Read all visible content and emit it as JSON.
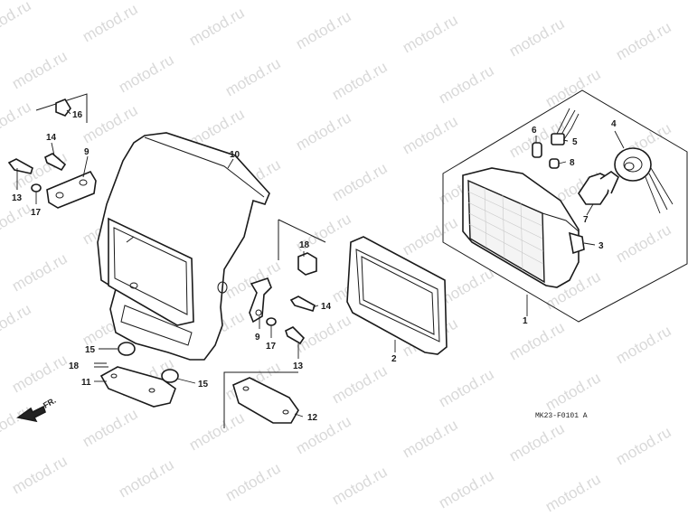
{
  "watermark": {
    "text": "motod.ru"
  },
  "diagram_code": "MK23-F0101 A",
  "front_label": "FR.",
  "callouts": [
    {
      "id": "c1",
      "label": "1"
    },
    {
      "id": "c2",
      "label": "2"
    },
    {
      "id": "c3",
      "label": "3"
    },
    {
      "id": "c4",
      "label": "4"
    },
    {
      "id": "c5",
      "label": "5"
    },
    {
      "id": "c6",
      "label": "6"
    },
    {
      "id": "c7",
      "label": "7"
    },
    {
      "id": "c8",
      "label": "8"
    },
    {
      "id": "c9a",
      "label": "9"
    },
    {
      "id": "c9b",
      "label": "9"
    },
    {
      "id": "c10",
      "label": "10"
    },
    {
      "id": "c11",
      "label": "11"
    },
    {
      "id": "c12",
      "label": "12"
    },
    {
      "id": "c13a",
      "label": "13"
    },
    {
      "id": "c13b",
      "label": "13"
    },
    {
      "id": "c14a",
      "label": "14"
    },
    {
      "id": "c14b",
      "label": "14"
    },
    {
      "id": "c15a",
      "label": "15"
    },
    {
      "id": "c15b",
      "label": "15"
    },
    {
      "id": "c16",
      "label": "16"
    },
    {
      "id": "c17a",
      "label": "17"
    },
    {
      "id": "c17b",
      "label": "17"
    },
    {
      "id": "c18a",
      "label": "18"
    },
    {
      "id": "c18b",
      "label": "18"
    }
  ]
}
